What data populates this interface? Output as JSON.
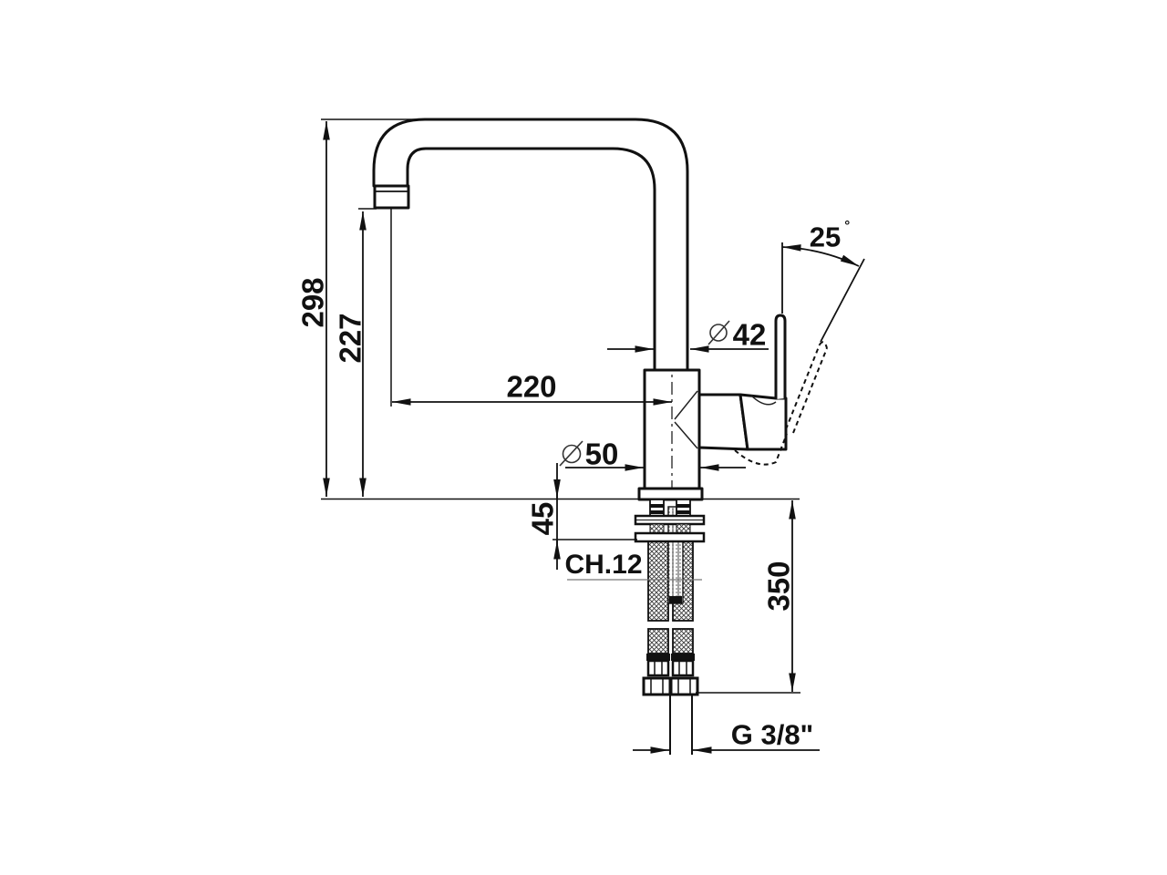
{
  "drawing": {
    "type": "technical-dimension-drawing",
    "subject": "single-lever kitchen sink mixer tap, side elevation with installation dimensions",
    "units": "mm",
    "background_color": "#ffffff",
    "line_color": "#111111",
    "labels": {
      "overall_height": "298",
      "spout_outlet_height": "227",
      "spout_reach": "220",
      "spout_column_diameter": "42",
      "body_base_diameter": "50",
      "max_deck_thickness": "45",
      "wrench_size": "CH.12",
      "supply_hose_length": "350",
      "thread_size": "G 3/8\"",
      "handle_opening_angle": "25",
      "degree_symbol": "°",
      "diameter_symbol": "Ø"
    }
  }
}
